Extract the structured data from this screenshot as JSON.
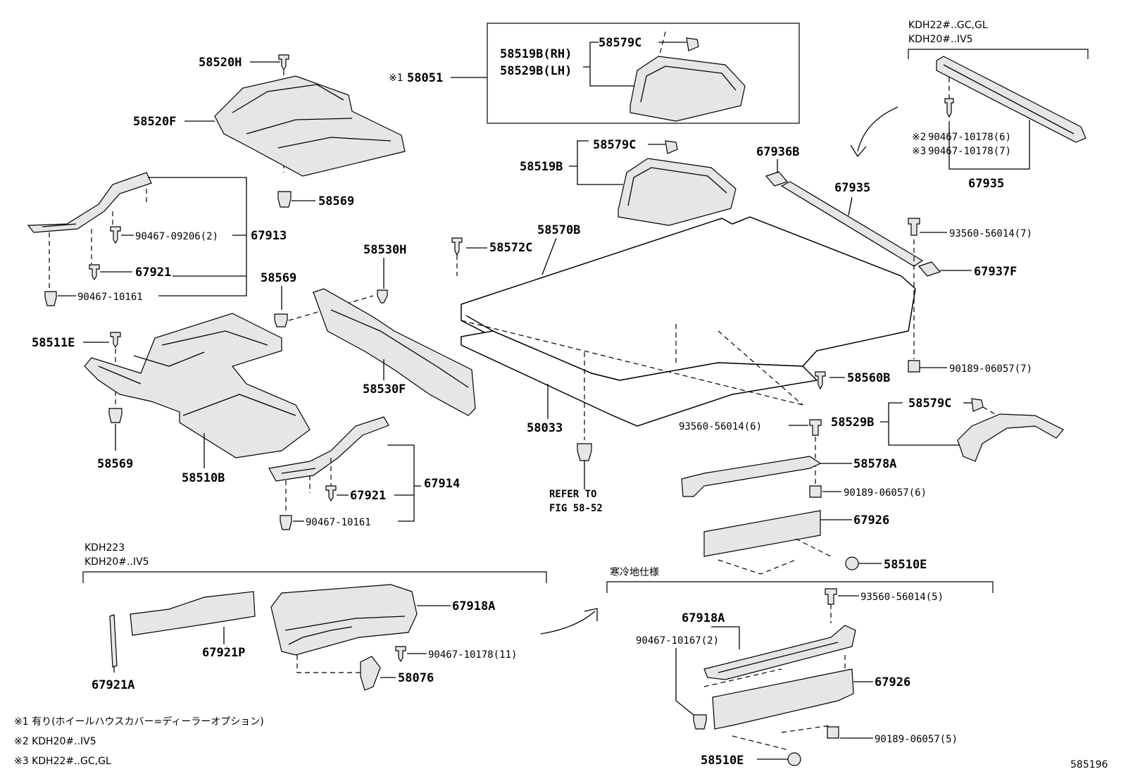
{
  "header_right": {
    "line1": "KDH22#..GC,GL",
    "line2": "KDH20#..IV5"
  },
  "inset_top": {
    "prefix": "※1",
    "assembly": "58051",
    "rh": "58519B(RH)",
    "lh": "58529B(LH)",
    "clip": "58579C"
  },
  "labels": {
    "p58520H": "58520H",
    "p58520F": "58520F",
    "p58569_a": "58569",
    "p90467_09206": "90467-09206(2)",
    "p67913": "67913",
    "p67921_a": "67921",
    "p90467_10161_a": "90467-10161",
    "p58530H": "58530H",
    "p58569_b": "58569",
    "p58511E": "58511E",
    "p58530F": "58530F",
    "p58569_c": "58569",
    "p58510B": "58510B",
    "p67914": "67914",
    "p67921_b": "67921",
    "p90467_10161_b": "90467-10161",
    "p58579C_mid": "58579C",
    "p58519B": "58519B",
    "p58572C": "58572C",
    "p58570B": "58570B",
    "p58033": "58033",
    "refer1": "REFER TO",
    "refer2": "FIG 58-52",
    "p67936B": "67936B",
    "p67935_mid": "67935",
    "p93560_56014_7": "93560-56014(7)",
    "p67937F": "67937F",
    "p90189_06057_7": "90189-06057(7)",
    "p58560B": "58560B",
    "p90467_10178_6": "90467-10178(6)",
    "p90467_10178_7": "90467-10178(7)",
    "mark2": "※2",
    "mark3": "※3",
    "p67935_right": "67935",
    "p93560_56014_6": "93560-56014(6)",
    "p58529B": "58529B",
    "p58579C_right": "58579C",
    "p58578A": "58578A",
    "p90189_06057_6": "90189-06057(6)",
    "p67926_a": "67926",
    "p58510E_a": "58510E"
  },
  "lower_left": {
    "header1": "KDH223",
    "header2": "KDH20#..IV5",
    "p67921A": "67921A",
    "p67921P": "67921P",
    "p67918A": "67918A",
    "p90467_10178_11": "90467-10178(11)",
    "p58076": "58076"
  },
  "lower_right": {
    "header": "寒冷地仕様",
    "p93560_56014_5": "93560-56014(5)",
    "p67918A": "67918A",
    "p90467_10167_2": "90467-10167(2)",
    "p67926": "67926",
    "p90189_06057_5": "90189-06057(5)",
    "p58510E": "58510E"
  },
  "notes": [
    "※1  有り(ホイールハウスカバー=ディーラーオプション)",
    "※2  KDH20#..IV5",
    "※3  KDH22#..GC,GL"
  ],
  "figure_number": "585196"
}
